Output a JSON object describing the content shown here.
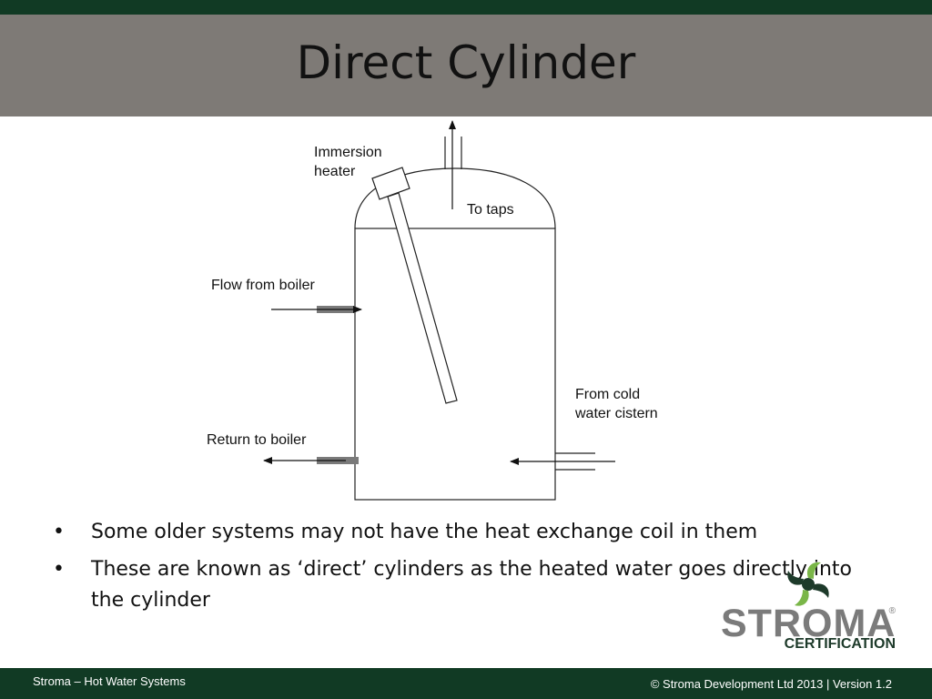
{
  "slide": {
    "title": "Direct Cylinder"
  },
  "diagram": {
    "labels": {
      "immersion_heater_line1": "Immersion",
      "immersion_heater_line2": "heater",
      "to_taps": "To taps",
      "flow_from_boiler": "Flow from boiler",
      "return_to_boiler": "Return to boiler",
      "cold_water_line1": "From cold",
      "cold_water_line2": "water cistern"
    }
  },
  "bullets": [
    "Some older systems may not have the heat exchange coil in them",
    "These are known as ‘direct’ cylinders as the heated water goes directly into the cylinder"
  ],
  "bullet_glyph": "•",
  "logo": {
    "word": "STROMA",
    "sub": "CERTIFICATION",
    "reg": "®"
  },
  "footer": {
    "left": "Stroma – Hot Water Systems",
    "right": "© Stroma Development Ltd 2013  |   Version 1.2"
  },
  "colors": {
    "header_bg": "#7e7a76",
    "bar_green": "#113a24",
    "logo_green": "#7ab648",
    "logo_gray": "#7b7b7b"
  }
}
